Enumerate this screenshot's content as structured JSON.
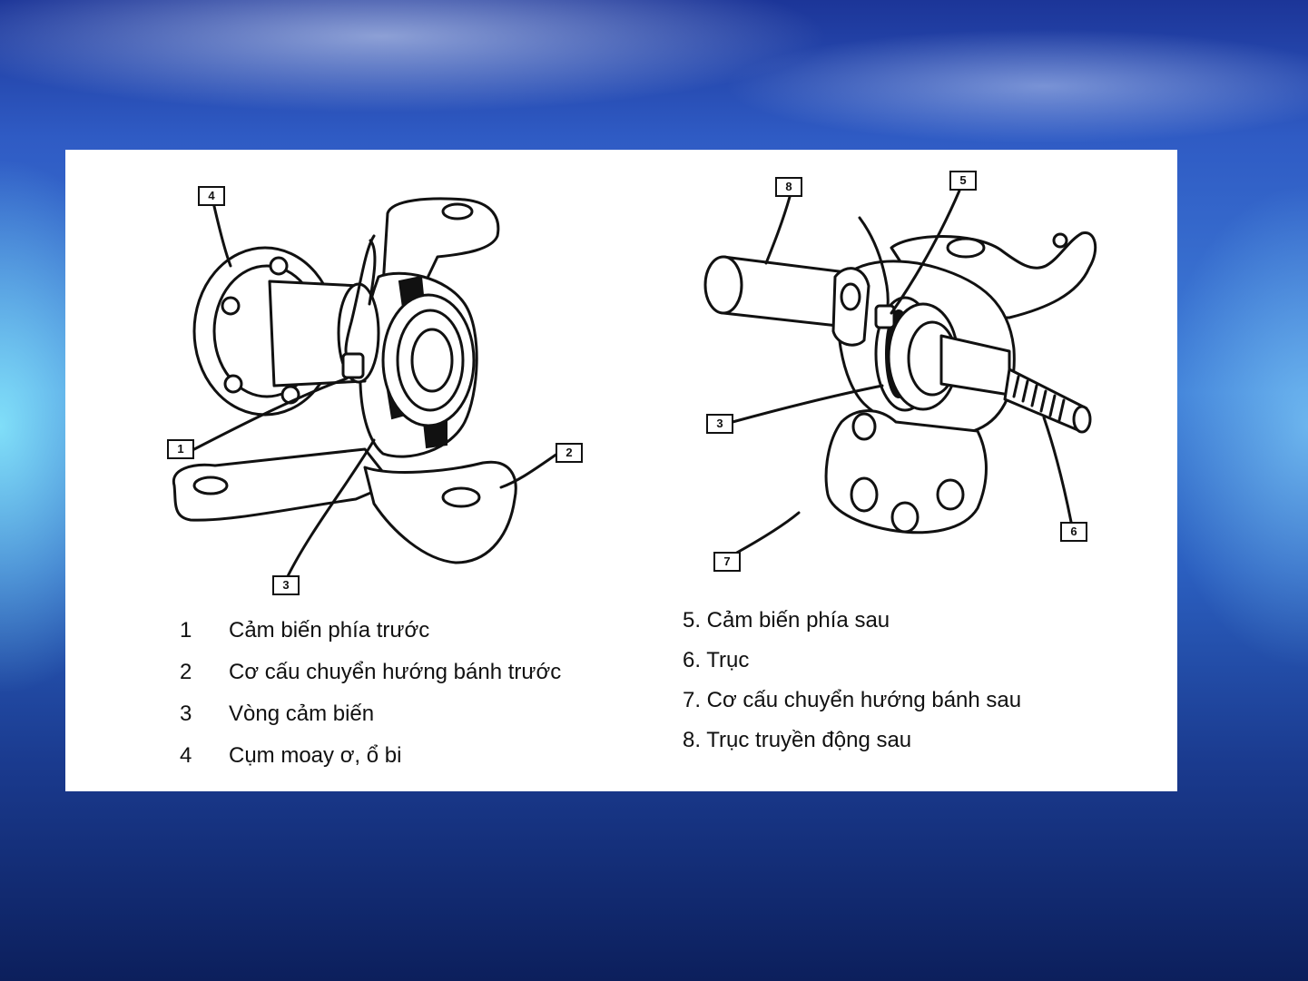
{
  "callouts": {
    "front_1": "1",
    "front_2": "2",
    "front_3": "3",
    "front_4": "4",
    "rear_3": "3",
    "rear_5": "5",
    "rear_6": "6",
    "rear_7": "7",
    "rear_8": "8"
  },
  "legend_left": [
    {
      "num": "1",
      "text": "Cảm biến phía trước"
    },
    {
      "num": "2",
      "text": "Cơ cấu chuyển hướng bánh trước"
    },
    {
      "num": "3",
      "text": "Vòng cảm biến"
    },
    {
      "num": "4",
      "text": "Cụm moay ơ, ổ bi"
    }
  ],
  "legend_right": [
    {
      "text": "5. Cảm biến phía sau"
    },
    {
      "text": "6. Trục"
    },
    {
      "text": "7. Cơ cấu chuyển hướng bánh sau"
    },
    {
      "text": "8. Trục truyền động sau"
    }
  ],
  "colors": {
    "panel": "#ffffff",
    "ink": "#111111",
    "sky_top": "#1c3598",
    "sea_bottom": "#0c1f5c"
  }
}
